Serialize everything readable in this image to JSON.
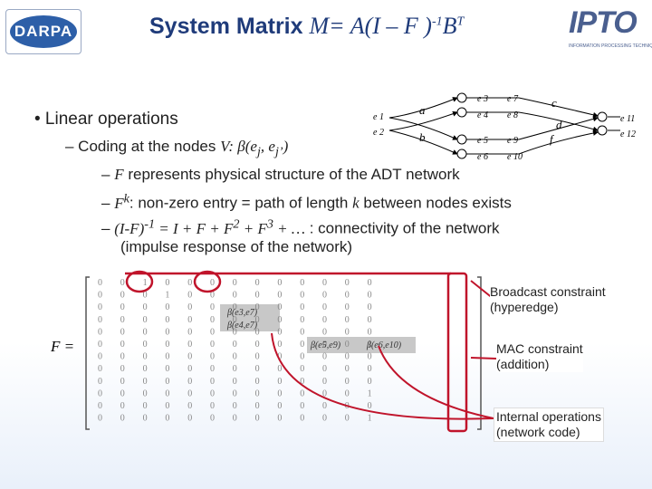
{
  "header": {
    "title_text": "System Matrix",
    "title_formula_main": "M= A(I – F )",
    "title_formula_exp": "-1",
    "title_formula_end": "B",
    "title_formula_sup": "T",
    "logo_left_text": "DARPA",
    "logo_right_text": "IPTO",
    "logo_right_subtext": "INFORMATION PROCESSING TECHNIQUES OFFICE"
  },
  "bullets": {
    "main": "• Linear operations",
    "sub1_prefix": "– Coding at the nodes",
    "sub1_formula": "V: β(e",
    "sub1_formula_j": "j",
    "sub1_formula_mid": ", e",
    "sub1_formula_jp": "j’",
    "sub1_formula_end": ")",
    "sub2_dash": "–",
    "sub2_var": "F",
    "sub2_text": "represents physical structure of the ADT network",
    "sub3_dash": "–",
    "sub3_var": "F",
    "sub3_exp": "k",
    "sub3_text": ": non-zero entry = path of length",
    "sub3_var2": "k",
    "sub3_text2": "between nodes exists",
    "sub4_dash": "–",
    "sub4_formula": "(I-F)",
    "sub4_exp": "-1",
    "sub4_formula2": "= I + F + F",
    "sub4_exp2": "2",
    "sub4_formula3": "+ F",
    "sub4_exp3": "3",
    "sub4_formula4": "+ …",
    "sub4_text": ": connectivity of the network",
    "sub4_text2": "(impulse response of the network)"
  },
  "diagram": {
    "edges": [
      "e 1",
      "e 2",
      "e 3",
      "e 4",
      "e 5",
      "e 6",
      "e 7",
      "e 8",
      "e 9",
      "e 10",
      "e 11",
      "e 12"
    ],
    "nodes": [
      "a",
      "b",
      "c",
      "d",
      "f"
    ]
  },
  "matrix": {
    "label": "F =",
    "rows": [
      [
        "0",
        "0",
        "1",
        "0",
        "0",
        "0",
        "0",
        "0",
        "0",
        "0",
        "0",
        "0",
        "0"
      ],
      [
        "0",
        "0",
        "0",
        "1",
        "0",
        "0",
        "0",
        "0",
        "0",
        "0",
        "0",
        "0",
        "0"
      ],
      [
        "0",
        "0",
        "0",
        "0",
        "0",
        "0",
        "0",
        "0",
        "0",
        "0",
        "0",
        "0",
        "0"
      ],
      [
        "0",
        "0",
        "0",
        "0",
        "0",
        "0",
        "0",
        "0",
        "0",
        "0",
        "0",
        "0",
        "0"
      ],
      [
        "0",
        "0",
        "0",
        "0",
        "0",
        "0",
        "0",
        "0",
        "0",
        "0",
        "0",
        "0",
        "0"
      ],
      [
        "0",
        "0",
        "0",
        "0",
        "0",
        "0",
        "0",
        "0",
        "0",
        "0",
        "0",
        "0",
        "1"
      ],
      [
        "0",
        "0",
        "0",
        "0",
        "0",
        "0",
        "0",
        "0",
        "0",
        "0",
        "0",
        "0",
        "0"
      ],
      [
        "0",
        "0",
        "0",
        "0",
        "0",
        "0",
        "0",
        "0",
        "0",
        "0",
        "0",
        "0",
        "0"
      ],
      [
        "0",
        "0",
        "0",
        "0",
        "0",
        "0",
        "0",
        "0",
        "0",
        "0",
        "0",
        "0",
        "0"
      ],
      [
        "0",
        "0",
        "0",
        "0",
        "0",
        "0",
        "0",
        "0",
        "0",
        "0",
        "0",
        "0",
        "1"
      ],
      [
        "0",
        "0",
        "0",
        "0",
        "0",
        "0",
        "0",
        "0",
        "0",
        "0",
        "0",
        "0",
        "0"
      ],
      [
        "0",
        "0",
        "0",
        "0",
        "0",
        "0",
        "0",
        "0",
        "0",
        "0",
        "0",
        "0",
        "1"
      ]
    ],
    "beta1": "β(e3,e7)",
    "beta2": "β(e4,e7)",
    "beta3": "β(e5,e9)",
    "beta4": "β(e6,e10)"
  },
  "callouts": {
    "broadcast_l1": "Broadcast constraint",
    "broadcast_l2": "(hyperedge)",
    "mac_l1": "MAC constraint",
    "mac_l2": "(addition)",
    "internal_l1": "Internal operations",
    "internal_l2": "(network code)"
  },
  "colors": {
    "title": "#1f3b7a",
    "annotation_red": "#c0142b",
    "highlight_gray": "#c8c8c8"
  }
}
